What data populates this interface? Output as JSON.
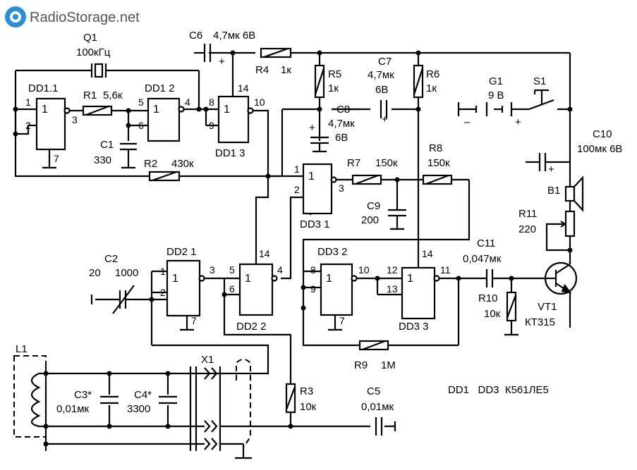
{
  "site": {
    "name": "RadioStorage.net"
  },
  "colors": {
    "ink": "#000000",
    "logo_circle": "#2c8fd6",
    "logo_text": "#555555"
  },
  "labels": {
    "Q1": "Q1",
    "Q1v": "100кГц",
    "C6": "C6",
    "C6v": "4,7мк 6В",
    "R4": "R4",
    "R4v": "1к",
    "R5": "R5",
    "R5v": "1к",
    "C7": "C7",
    "C7v": "4,7мк",
    "C7v2": "6В",
    "R6": "R6",
    "R6v": "1к",
    "G1": "G1",
    "G1v": "9 В",
    "S1": "S1",
    "DD11": "DD1.1",
    "R1": "R1",
    "R1v": "5,6к",
    "DD12": "DD1 2",
    "DD13": "DD1 3",
    "C1": "C1",
    "C1v": "330",
    "R2": "R2",
    "R2v": "430к",
    "C8": "C8",
    "C8v": "4,7мк",
    "C8v2": "6В",
    "C10": "C10",
    "C10v": "100мк 6В",
    "R7": "R7",
    "R7v": "150к",
    "R8": "R8",
    "R8v": "150к",
    "DD31": "DD3 1",
    "C9": "C9",
    "C9v": "200",
    "B1": "B1",
    "R11": "R11",
    "R11v": "220",
    "DD21": "DD2 1",
    "DD22": "DD2 2",
    "DD32": "DD3 2",
    "DD33": "DD3 3",
    "C2": "C2",
    "C2v1": "20",
    "C2v2": "1000",
    "C11": "C11",
    "C11v": "0,047мк",
    "R10": "R10",
    "R10v": "10к",
    "VT1": "VT1",
    "VT1v": "КТ315",
    "R9": "R9",
    "R9v": "1М",
    "L1": "L1",
    "X1": "X1",
    "C3": "C3*",
    "C3v": "0,01мк",
    "C4": "C4*",
    "C4v": "3300",
    "R3": "R3",
    "R3v": "10к",
    "C5": "C5",
    "C5v": "0,01мк",
    "note": "DD1   DD3  К561ЛЕ5",
    "one": "1",
    "minus": "–",
    "plus": "+",
    "pins": {
      "p1": "1",
      "p2": "2",
      "p3": "3",
      "p4": "4",
      "p5": "5",
      "p6": "6",
      "p7": "7",
      "p8": "8",
      "p9": "9",
      "p10": "10",
      "p11": "11",
      "p12": "12",
      "p13": "13",
      "p14": "14"
    }
  }
}
